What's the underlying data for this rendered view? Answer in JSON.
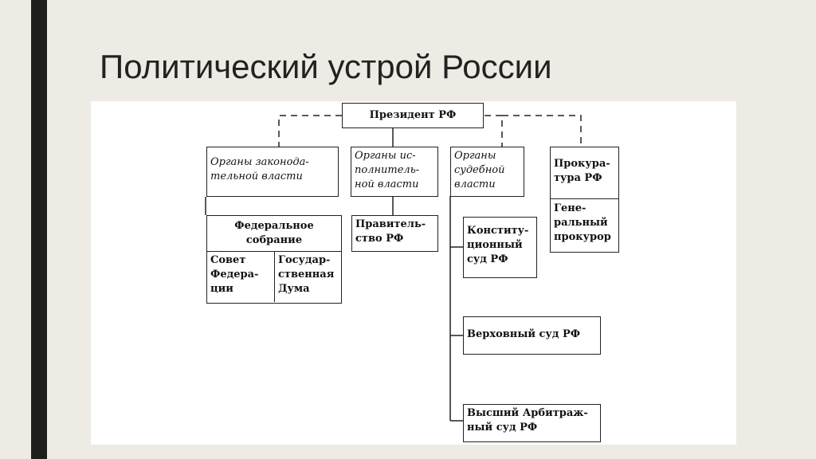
{
  "slide": {
    "title": "Политический устрой России"
  },
  "diagram": {
    "president": "Президент РФ",
    "branches": {
      "legislative": [
        "Органы законода-",
        "тельной власти"
      ],
      "executive": [
        "Органы ис-",
        "полнитель-",
        "ной власти"
      ],
      "judicial": [
        "Органы",
        "судебной",
        "власти"
      ],
      "prosecutor": [
        "Прокура-",
        "тура РФ"
      ]
    },
    "federal_assembly": [
      "Федеральное",
      "собрание"
    ],
    "federation_council": [
      "Совет",
      "Федера-",
      "ции"
    ],
    "state_duma": [
      "Государ-",
      "ственная",
      "Дума"
    ],
    "government": [
      "Правитель-",
      "ство РФ"
    ],
    "prosecutor_general": [
      "Гене-",
      "ральный",
      "прокурор"
    ],
    "constitutional_court": [
      "Конститу-",
      "ционный",
      "суд РФ"
    ],
    "supreme_court": "Верховный суд РФ",
    "arbitration_court": [
      "Высший Арбитраж-",
      "ный суд РФ"
    ]
  },
  "colors": {
    "background": "#eeebe5",
    "accent_bar": "#1e1e1a",
    "line": "#222222"
  }
}
